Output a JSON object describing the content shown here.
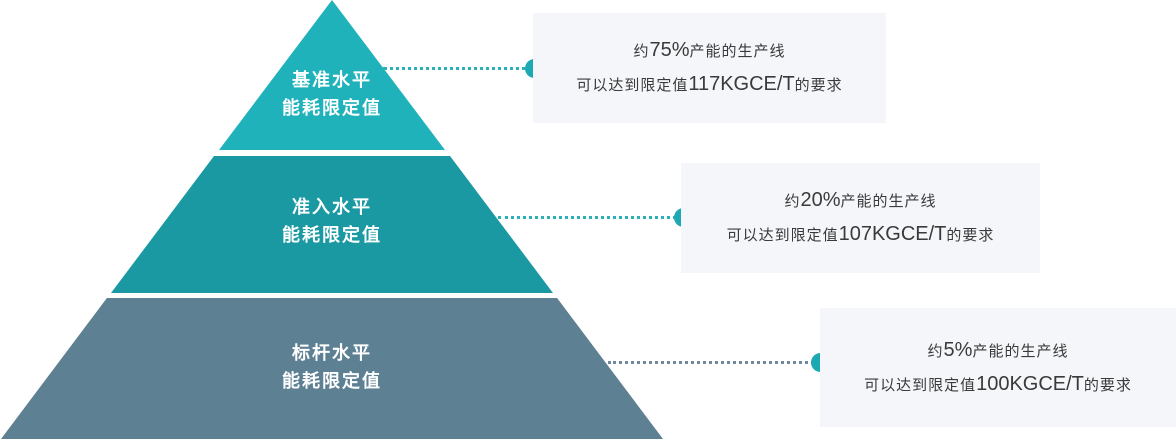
{
  "diagram": {
    "type": "pyramid-3-tier",
    "colors": {
      "tier1_fill": "#1FB2BB",
      "tier2_fill": "#1B99A2",
      "tier3_fill": "#5D8093",
      "teal_connector": "#2BB0B9",
      "slate_connector": "#72899B",
      "dot_fill": "#1CA9B2",
      "callout_bg": "#F5F6FA",
      "callout_text": "#3A3A3A",
      "label_text": "#FFFFFF"
    },
    "tiers": [
      {
        "label_line1": "基准水平",
        "label_line2": "能耗限定值",
        "callout_line1": "约75%产能的生产线",
        "callout_line2": "可以达到限定值117KGCE/T的要求"
      },
      {
        "label_line1": "准入水平",
        "label_line2": "能耗限定值",
        "callout_line1": "约20%产能的生产线",
        "callout_line2": "可以达到限定值107KGCE/T的要求"
      },
      {
        "label_line1": "标杆水平",
        "label_line2": "能耗限定值",
        "callout_line1": "约5%产能的生产线",
        "callout_line2": "可以达到限定值100KGCE/T的要求"
      }
    ]
  }
}
